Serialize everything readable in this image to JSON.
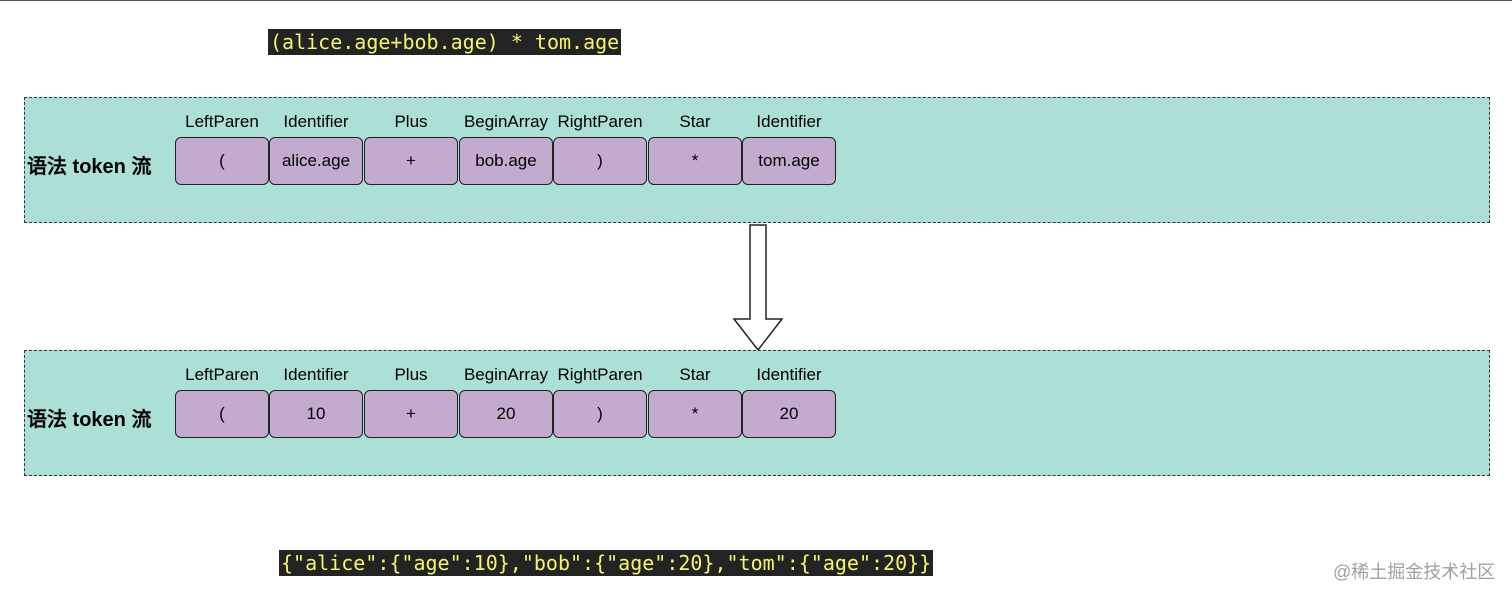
{
  "expression": "(alice.age+bob.age) * tom.age",
  "json_context": "{\"alice\":{\"age\":10},\"bob\":{\"age\":20},\"tom\":{\"age\":20}}",
  "watermark": "@稀土掘金技术社区",
  "colors": {
    "panel_bg": "#acdfd5",
    "token_bg": "#c3abd0",
    "code_bg": "#232323",
    "code_text": "#f5f56a"
  },
  "panels": [
    {
      "label": "语法 token 流",
      "tokens": [
        {
          "type": "LeftParen",
          "value": "("
        },
        {
          "type": "Identifier",
          "value": "alice.age"
        },
        {
          "type": "Plus",
          "value": "+"
        },
        {
          "type": "BeginArray",
          "value": "bob.age"
        },
        {
          "type": "RightParen",
          "value": ")"
        },
        {
          "type": "Star",
          "value": "*"
        },
        {
          "type": "Identifier",
          "value": "tom.age"
        }
      ]
    },
    {
      "label": "语法 token 流",
      "tokens": [
        {
          "type": "LeftParen",
          "value": "("
        },
        {
          "type": "Identifier",
          "value": "10"
        },
        {
          "type": "Plus",
          "value": "+"
        },
        {
          "type": "BeginArray",
          "value": "20"
        },
        {
          "type": "RightParen",
          "value": ")"
        },
        {
          "type": "Star",
          "value": "*"
        },
        {
          "type": "Identifier",
          "value": "20"
        }
      ]
    }
  ],
  "arrow_icon": "down-arrow-icon"
}
